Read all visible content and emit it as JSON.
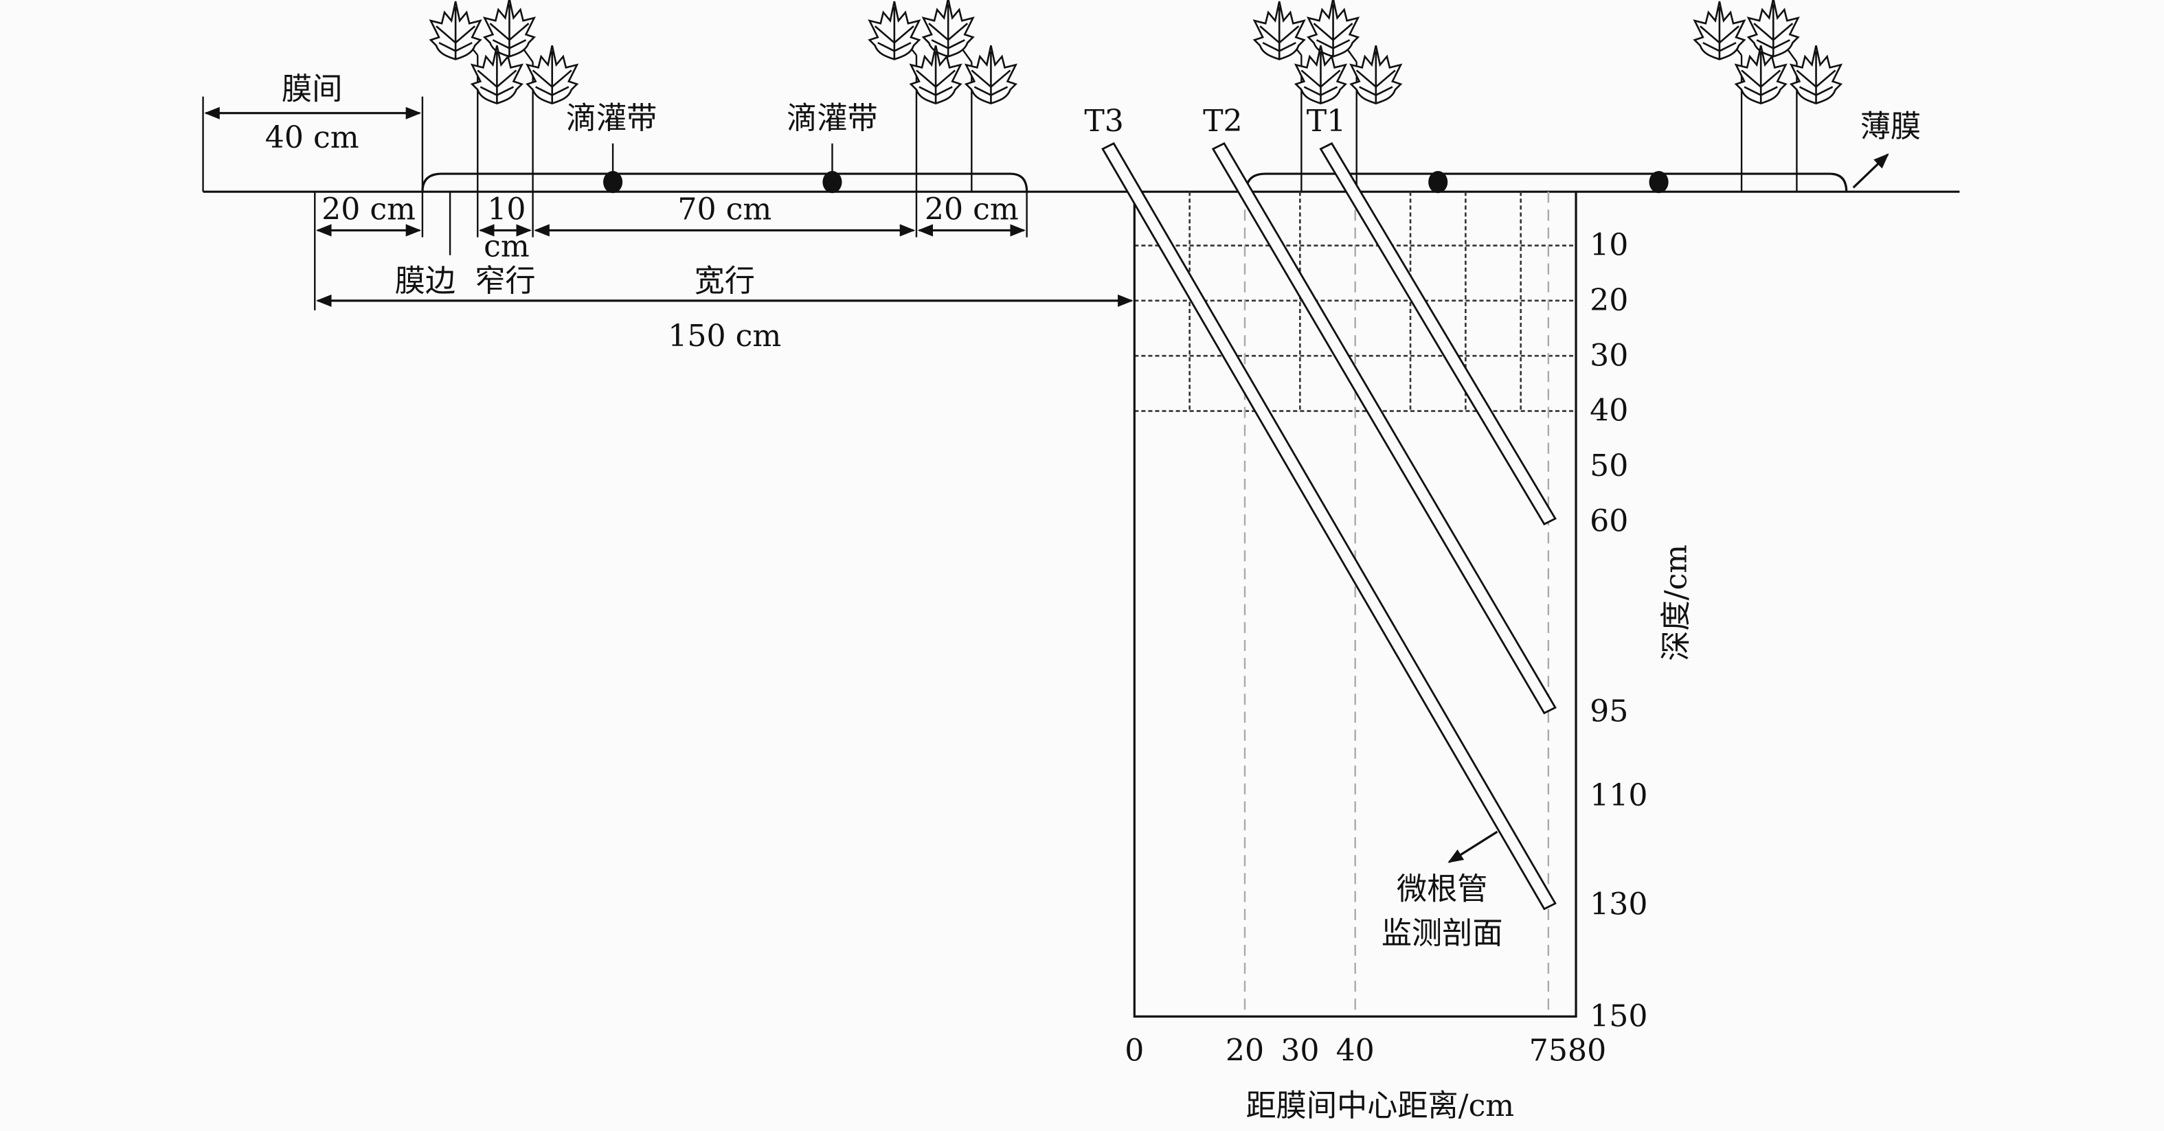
{
  "labels": {
    "inter_film": "膜间",
    "inter_film_width": "40 cm",
    "drip_tape_1": "滴灌带",
    "drip_tape_2": "滴灌带",
    "dim_edge": "20 cm",
    "dim_narrow_num": "10",
    "dim_narrow_unit": "cm",
    "dim_wide": "70 cm",
    "dim_edge_right": "20 cm",
    "film_edge": "膜边",
    "narrow_row": "窄行",
    "wide_row": "宽行",
    "total_width": "150 cm",
    "film": "薄膜",
    "tube_t1": "T1",
    "tube_t2": "T2",
    "tube_t3": "T3",
    "minirhizotron_1": "微根管",
    "minirhizotron_2": "监测剖面"
  },
  "axes": {
    "ylabel": "深度/cm",
    "xlabel": "距膜间中心距离/cm",
    "y_ticks": [
      "10",
      "20",
      "30",
      "40",
      "50",
      "60",
      "95",
      "110",
      "130",
      "150"
    ],
    "x_ticks": [
      "0",
      "20",
      "30",
      "40",
      "75",
      "80"
    ]
  },
  "tubes": [
    {
      "name": "T1",
      "end_depth_cm": 60
    },
    {
      "name": "T2",
      "end_depth_cm": 95
    },
    {
      "name": "T3",
      "end_depth_cm": 130
    }
  ]
}
